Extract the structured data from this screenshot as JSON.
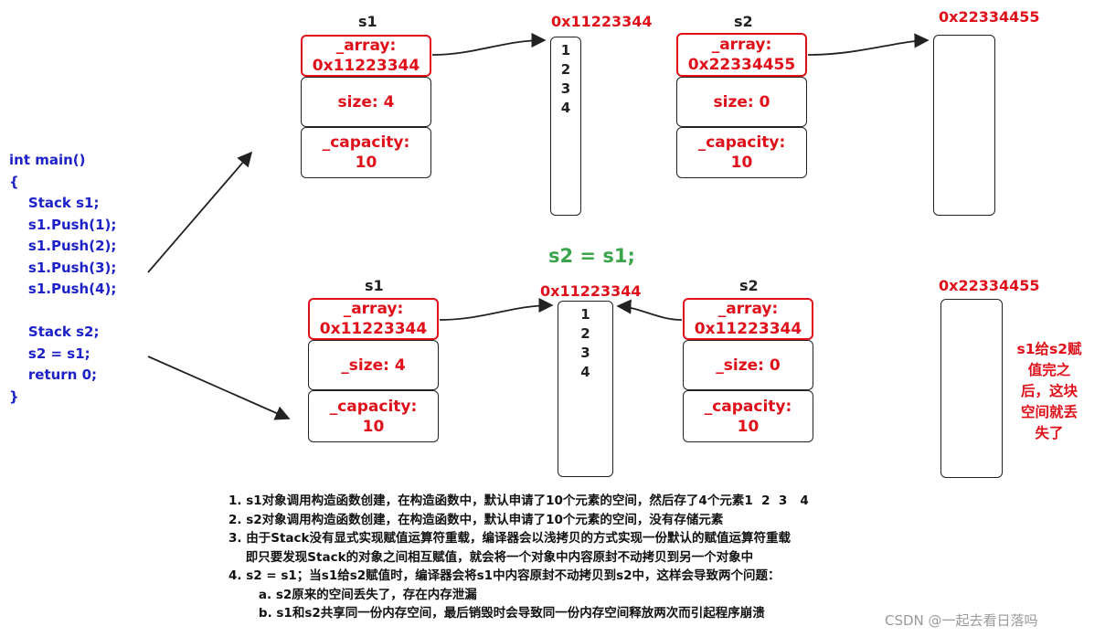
{
  "code_lines": [
    "int main()",
    "{",
    "    Stack s1;",
    "    s1.Push(1);",
    "    s1.Push(2);",
    "    s1.Push(3);",
    "    s1.Push(4);",
    "",
    "    Stack s2;",
    "    s2 = s1;",
    "    return 0;",
    "}"
  ],
  "top": {
    "s1": {
      "label": "s1",
      "array": "_array:\n0x11223344",
      "size": "size: 4",
      "capacity": "_capacity:\n10"
    },
    "s1_block": {
      "address": "0x11223344",
      "values": [
        "1",
        "2",
        "3",
        "4"
      ]
    },
    "s2": {
      "label": "s2",
      "array": "_array:\n0x22334455",
      "size": "size: 0",
      "capacity": "_capacity:\n10"
    },
    "s2_block": {
      "address": "0x22334455"
    }
  },
  "assignment": "s2 = s1;",
  "bottom": {
    "s1": {
      "label": "s1",
      "array": "_array:\n0x11223344",
      "size": "_size: 4",
      "capacity": "_capacity:\n10"
    },
    "shared_block": {
      "address": "0x11223344",
      "values": [
        "1",
        "2",
        "3",
        "4"
      ]
    },
    "s2": {
      "label": "s2",
      "array": "_array:\n0x11223344",
      "size": "_size: 0",
      "capacity": "_capacity:\n10"
    },
    "lost_block": {
      "address": "0x22334455"
    },
    "lost_note": "s1给s2赋\n值完之\n后，这块\n空间就丢\n失了"
  },
  "notes": [
    "1. s1对象调用构造函数创建，在构造函数中，默认申请了10个元素的空间，然后存了4个元素1  2  3   4",
    "2. s2对象调用构造函数创建，在构造函数中，默认申请了10个元素的空间，没有存储元素",
    "3. 由于Stack没有显式实现赋值运算符重载，编译器会以浅拷贝的方式实现一份默认的赋值运算符重载",
    "    即只要发现Stack的对象之间相互赋值，就会将一个对象中内容原封不动拷贝到另一个对象中",
    "4. s2 = s1；当s1给s2赋值时，编译器会将s1中内容原封不动拷贝到s2中，这样会导致两个问题：",
    "       a. s2原来的空间丢失了，存在内存泄漏",
    "       b. s1和s2共享同一份内存空间，最后销毁时会导致同一份内存空间释放两次而引起程序崩溃"
  ],
  "watermark": "CSDN @一起去看日落吗",
  "colors": {
    "code": "#1d22c8",
    "field_text": "#e0101a",
    "assignment": "#3aa54a",
    "outline": "#222222"
  }
}
